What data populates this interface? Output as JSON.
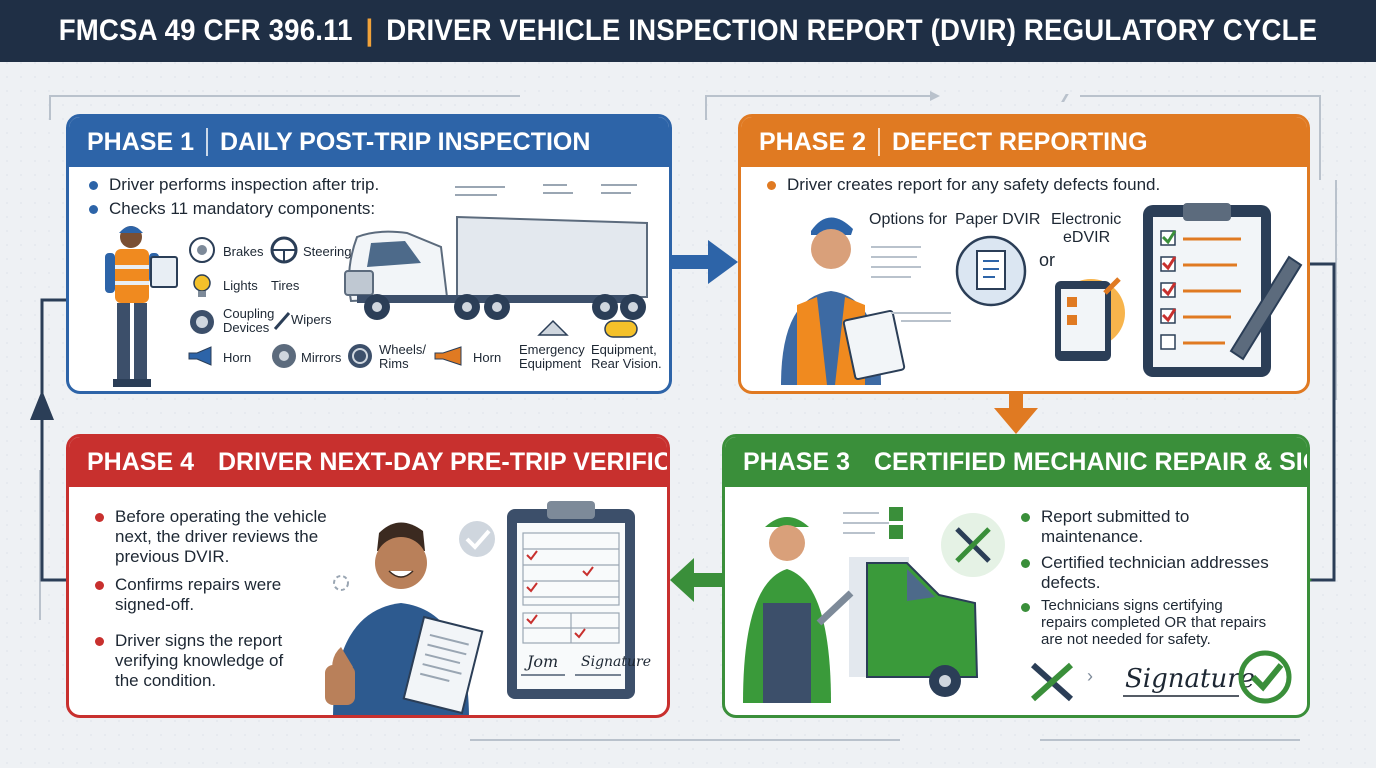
{
  "title": {
    "left": "FMCSA 49 CFR 396.11",
    "right": "DRIVER VEHICLE INSPECTION REPORT (DVIR) REGULATORY CYCLE"
  },
  "phase1": {
    "num": "PHASE 1",
    "name": "DAILY POST-TRIP INSPECTION",
    "bullets": [
      "Driver performs inspection after trip.",
      "Checks 11 mandatory components:"
    ],
    "components": {
      "brakes": "Brakes",
      "steering": "Steering",
      "lights": "Lights",
      "tires": "Tires",
      "coupling": [
        "Coupling",
        "Devices"
      ],
      "wipers": "Wipers",
      "horn1": "Horn",
      "mirrors": "Mirrors",
      "wheels": [
        "Wheels/",
        "Rims"
      ],
      "horn2": "Horn",
      "emergency": [
        "Emergency",
        "Equipment"
      ],
      "equipment": [
        "Equipment,",
        "Rear Vision."
      ]
    },
    "color": "#2d64a8"
  },
  "phase2": {
    "num": "PHASE 2",
    "name": "DEFECT REPORTING",
    "bullet": "Driver creates report for any safety defects found.",
    "options_label": "Options for",
    "paper": "Paper DVIR",
    "electronic": [
      "Electronic",
      "eDVIR"
    ],
    "or": "or",
    "color": "#e07a22"
  },
  "phase3": {
    "num": "PHASE 3",
    "name": "CERTIFIED MECHANIC REPAIR & SIGN-OFF",
    "bullets": [
      [
        "Report submitted to",
        "maintenance."
      ],
      [
        "Certified technician addresses",
        "defects."
      ],
      [
        "Technicians signs certifying",
        "repairs completed OR that repairs",
        "are not needed for safety."
      ]
    ],
    "signature": "Signature",
    "color": "#3a8f3a"
  },
  "phase4": {
    "num": "PHASE 4",
    "name": "DRIVER NEXT-DAY PRE-TRIP VERIFICATION",
    "bullets": [
      [
        "Before operating the vehicle",
        "next, the driver reviews the",
        "previous DVIR."
      ],
      [
        "Confirms repairs were",
        "signed-off."
      ],
      [
        "Driver signs the report",
        "verifying knowledge of",
        "the condition."
      ]
    ],
    "sig1": "Jom",
    "sig2": "Signature",
    "color": "#c8302e"
  }
}
